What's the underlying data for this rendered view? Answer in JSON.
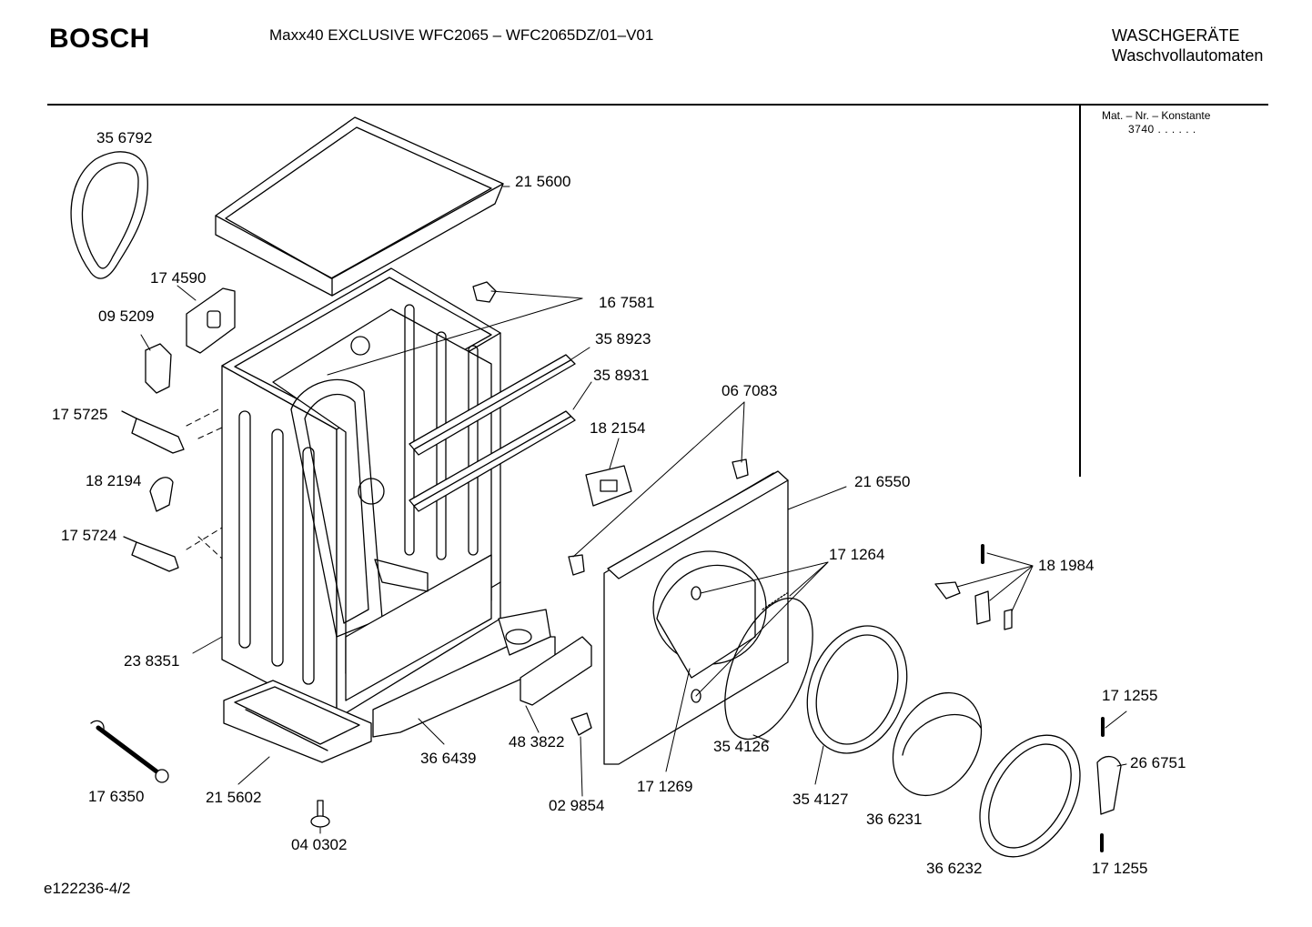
{
  "header": {
    "brand": "BOSCH",
    "model": "Maxx40 EXCLUSIVE WFC2065 – WFC2065DZ/01–V01",
    "category_line1": "WASCHGERÄTE",
    "category_line2": "Waschvollautomaten"
  },
  "info_box": {
    "label": "Mat. – Nr. – Konstante",
    "value": "3740  .  .    .  .  .  ."
  },
  "footer": {
    "reference": "e122236-4/2"
  },
  "parts": [
    "35 6792",
    "21 5600",
    "17 4590",
    "16 7581",
    "09 5209",
    "35 8923",
    "35 8931",
    "17 5725",
    "06 7083",
    "18 2154",
    "18 2194",
    "21 6550",
    "17 5724",
    "17 1264",
    "18 1984",
    "23 8351",
    "17 1255",
    "26 6751",
    "48 3822",
    "36 6439",
    "35 4126",
    "17 1269",
    "17 6350",
    "21 5602",
    "02 9854",
    "35 4127",
    "36 6231",
    "04 0302",
    "36 6232",
    "17 1255"
  ]
}
